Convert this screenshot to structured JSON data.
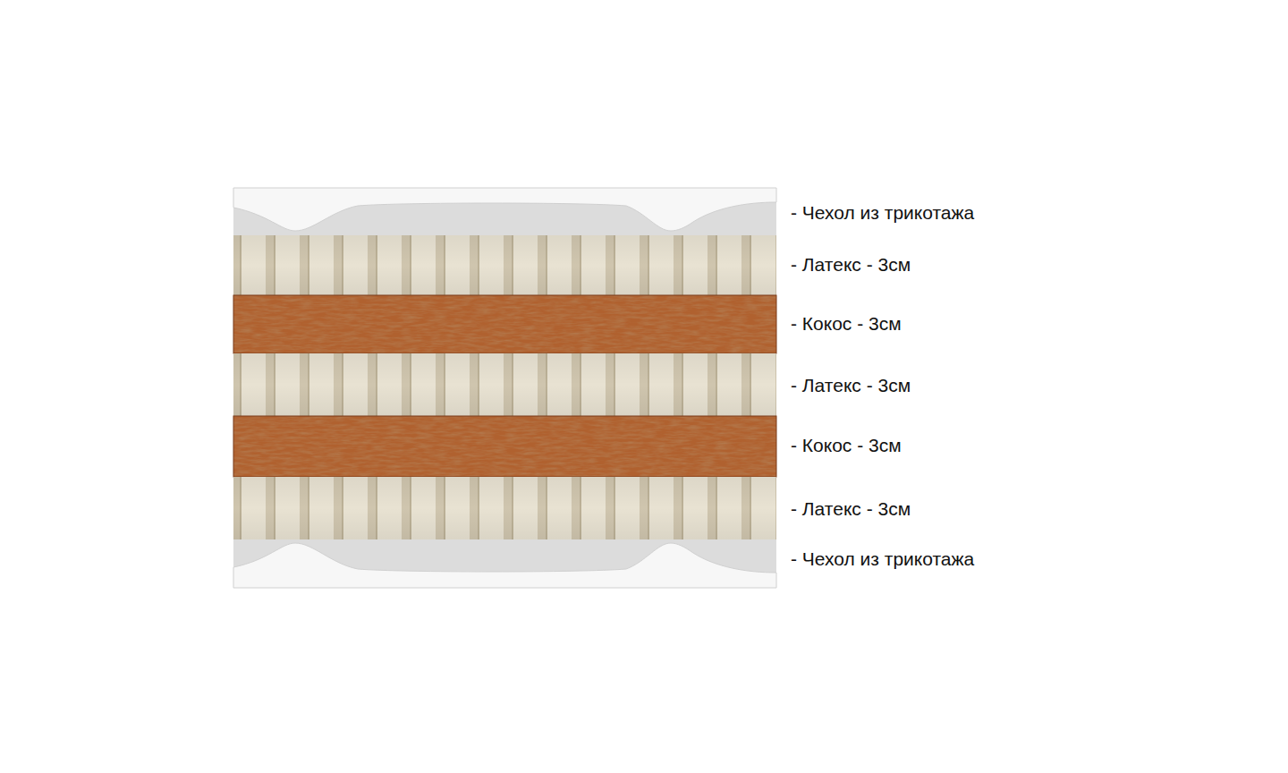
{
  "diagram": {
    "labels": [
      "- Чехол из трикотажа",
      "- Латекс - 3см",
      "- Кокос - 3см",
      "- Латекс - 3см",
      "- Кокос - 3см",
      "- Латекс - 3см",
      "- Чехол из трикотажа"
    ]
  }
}
